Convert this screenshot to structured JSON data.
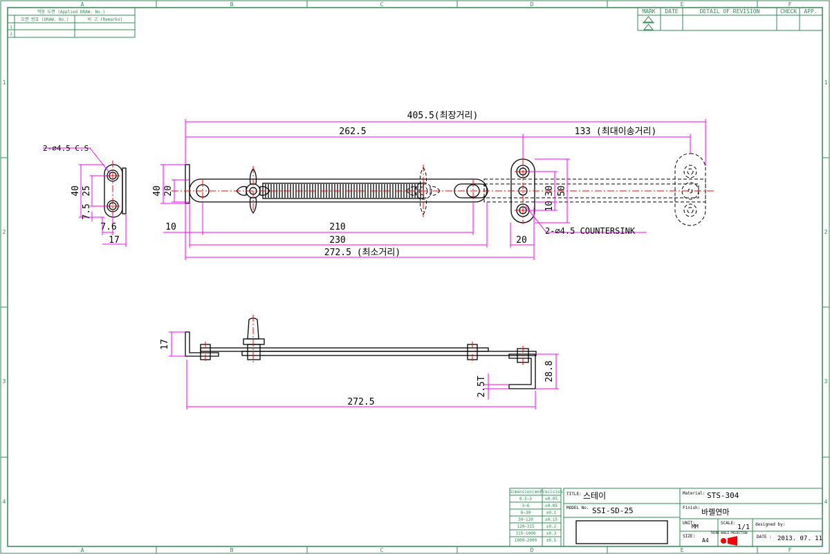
{
  "frame": {
    "columns": [
      "A",
      "B",
      "C",
      "D",
      "E",
      "F"
    ],
    "rows": [
      "1",
      "2",
      "3",
      "4"
    ]
  },
  "applied_table": {
    "header": "적용 도면 (Applied DRAW. No.)",
    "col_draw": "도면 번호 (DRAW. No.)",
    "col_remarks": "비 고 (Remarks)",
    "rows": [
      "1",
      "2"
    ]
  },
  "revision_table": {
    "headers": [
      "MARK",
      "DATE",
      "DETAIL OF REVISION",
      "CHECK",
      "APP."
    ]
  },
  "dimensions": {
    "overall_long": "405.5(최장거리)",
    "d262": "262.5",
    "move": "133 (최대이송거리)",
    "hole_cs": "2-⌀4.5 C.S",
    "bl40": "40",
    "bl25": "25",
    "bl75": "7.5",
    "bl76": "7.6",
    "bl17": "17",
    "m40": "40",
    "m20": "20",
    "m10": "10",
    "m210": "210",
    "m230": "230",
    "m2725": "272.5 (최소거리)",
    "r30": "30",
    "r50": "50",
    "r10": "10",
    "r20": "20",
    "countersink": "2-⌀4.5 COUNTERSINK",
    "s17": "17",
    "s288": "28.8",
    "s25t": "2.5T",
    "s2725": "272.5"
  },
  "tolerance_table": {
    "header_dim": "Dimension(mm)",
    "header_prec": "Precision",
    "rows": [
      {
        "dim": "0.5~3",
        "prec": "±0.05"
      },
      {
        "dim": "3~6",
        "prec": "±0.05"
      },
      {
        "dim": "6~30",
        "prec": "±0.1"
      },
      {
        "dim": "30~120",
        "prec": "±0.15"
      },
      {
        "dim": "120~315",
        "prec": "±0.2"
      },
      {
        "dim": "315~1000",
        "prec": "±0.3"
      },
      {
        "dim": "1000~2000",
        "prec": "±0.5"
      }
    ]
  },
  "title_block": {
    "title_label": "TITLE:",
    "title": "스테이",
    "model_label": "MODEL No.",
    "model": "SSI-SD-25",
    "material_label": "Material:",
    "material": "STS-304",
    "finish_label": "Finish:",
    "finish": "바렐연마",
    "unit_label": "UNIT:",
    "unit": "MM",
    "scale_label": "SCALE:",
    "scale": "1/1",
    "designed_label": "designed by:",
    "size_label": "SIZE:",
    "size": "A4",
    "date_label": "DATE :",
    "date": "2013. 07. 11",
    "projection_label": "THIRD ANGLE PROJECTION",
    "projection_symbol_color": "#ff0000"
  },
  "colors": {
    "frame": "#2e8b57",
    "dimension": "#ff00ff",
    "centerline": "#ff0000",
    "outline": "#000000"
  }
}
